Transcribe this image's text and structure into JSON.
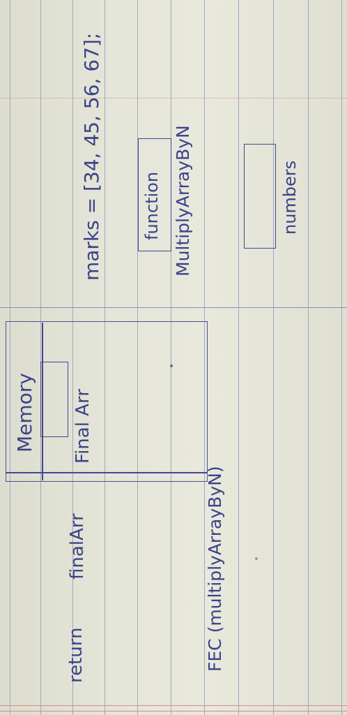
{
  "notes": {
    "memory_label": "Memory",
    "return_statement": "return",
    "return_value": "finalArr",
    "final_arr_label": "Final Arr",
    "fec_label": "FEC (multiplyArrayByN)",
    "marks_assignment": "marks = [34, 45, 56, 67];",
    "function_label": "function",
    "function_name": "MultiplyArrayByN",
    "numbers_label": "numbers"
  }
}
